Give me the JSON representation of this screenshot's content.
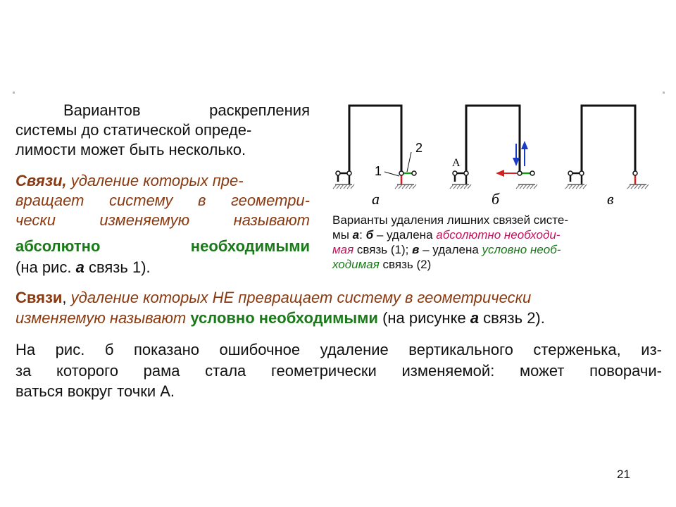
{
  "para1": {
    "l1a": "Вариантов",
    "l1b": "раскрепления",
    "l2": "системы до статической опреде-",
    "l3": "лимости может быть несколько."
  },
  "para2": {
    "l1a": "Связи,",
    "l1b": " удаление которых пре-",
    "l2": "вращает систему в геометри-",
    "l3": "чески изменяемую называют",
    "l4a": "абсолютно",
    "l4b": "необходимыми",
    "l5a": "(на рис. ",
    "l5b": "а",
    "l5c": " связь 1)."
  },
  "para3": {
    "l1a": "Связи",
    "l1b": ", ",
    "l1c": "удаление которых НЕ превращает систему в геометрически",
    "l2a": "изменяемую называют ",
    "l2b": "условно необходимыми",
    "l2c": " (на рисунке ",
    "l2d": "а",
    "l2e": " связь 2)."
  },
  "para4": {
    "l1": "На рис. б показано ошибочное удаление вертикального стерженька, из-",
    "l2": "за которого рама стала геометрически изменяемой: может поворачи-",
    "l3": "ваться вокруг точки А."
  },
  "figure": {
    "label_a": "а",
    "label_b": "б",
    "label_v": "в",
    "num_1": "1",
    "num_2": "2",
    "point_A": "A"
  },
  "caption": {
    "l1": "Варианты удаления лишних связей систе-",
    "l2a": "мы ",
    "l2b": "а",
    "l2c": ": ",
    "l2d": "б",
    "l2e": " – удалена ",
    "l2f": "абсолютно необходи-",
    "l3a": "мая",
    "l3b": " связь (1); ",
    "l3c": "в",
    "l3d": " – удалена ",
    "l3e": "условно необ-",
    "l4a": "ходимая",
    "l4b": " связь (2)"
  },
  "page_number": "21"
}
